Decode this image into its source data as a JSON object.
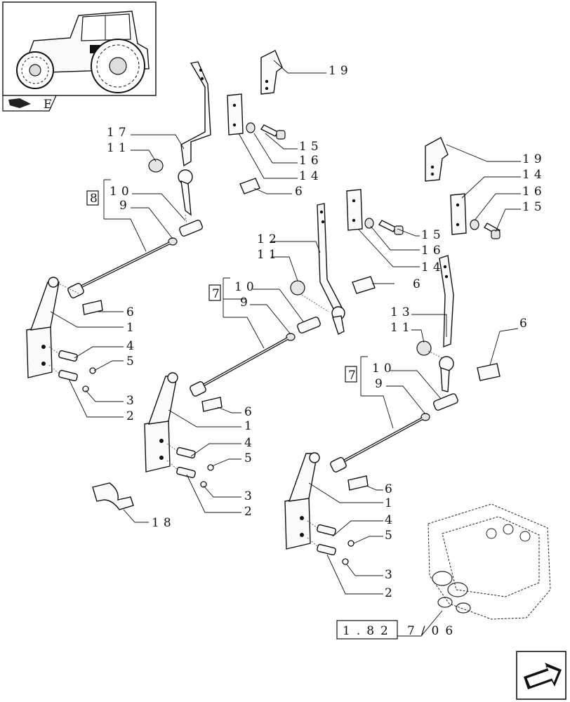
{
  "thumbnail": {
    "icon": "tractor-icon",
    "nav_icon": "book-icon",
    "nav_letter": "E"
  },
  "callouts": {
    "c19a": "19",
    "c17": "17",
    "c11a": "11",
    "c15a": "15",
    "c16a": "16",
    "c14a": "14",
    "c6a": "6",
    "c8": "8",
    "c10a": "10",
    "c9a": "9",
    "c6b": "6",
    "c1a": "1",
    "c4a": "4",
    "c5a": "5",
    "c3a": "3",
    "c2a": "2",
    "c12": "12",
    "c11b": "11",
    "c7a": "7",
    "c10b": "10",
    "c9b": "9",
    "c6c": "6",
    "c1b": "1",
    "c4b": "4",
    "c5b": "5",
    "c3b": "3",
    "c2b": "2",
    "c18": "18",
    "c15b": "15",
    "c16b": "16",
    "c14b": "14",
    "c6d": "6",
    "c19b": "19",
    "c14c": "14",
    "c16c": "16",
    "c15c": "15",
    "c13": "13",
    "c11c": "11",
    "c6e": "6",
    "c7b": "7",
    "c10c": "10",
    "c9c": "9",
    "c6f": "6",
    "c1c": "1",
    "c4c": "4",
    "c5c": "5",
    "c3c": "3",
    "c2c": "2"
  },
  "reference": {
    "left": "1.82",
    "right": "7/06"
  },
  "nav_next": {
    "icon": "next-page-arrow-icon"
  }
}
